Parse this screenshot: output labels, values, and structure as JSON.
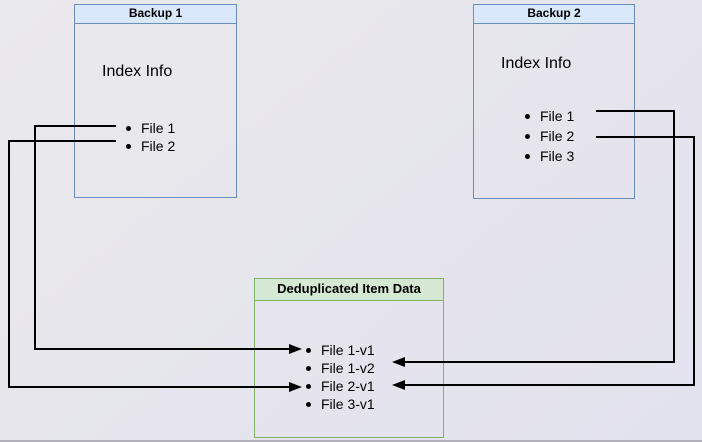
{
  "backup1": {
    "title": "Backup 1",
    "section_label": "Index Info",
    "items": [
      "File 1",
      "File 2"
    ]
  },
  "backup2": {
    "title": "Backup 2",
    "section_label": "Index Info",
    "items": [
      "File 1",
      "File 2",
      "File 3"
    ]
  },
  "dedup": {
    "title": "Deduplicated Item Data",
    "items": [
      "File 1-v1",
      "File 1-v2",
      "File 2-v1",
      "File 3-v1"
    ]
  },
  "connections": [
    {
      "from": "Backup 1 / File 1",
      "to": "File 1-v1",
      "route": "left"
    },
    {
      "from": "Backup 1 / File 2",
      "to": "File 2-v1",
      "route": "left"
    },
    {
      "from": "Backup 2 / File 1",
      "to": "File 1-v2",
      "route": "right"
    },
    {
      "from": "Backup 2 / File 2",
      "to": "File 2-v1",
      "route": "right"
    }
  ],
  "colors": {
    "background": "#e6e5ed",
    "blue_border": "#6c8ebf",
    "blue_header_fill": "#dae8fc",
    "green_border": "#82b366",
    "green_header_fill": "#d5e8d4",
    "line": "#000000",
    "text": "#000000"
  }
}
